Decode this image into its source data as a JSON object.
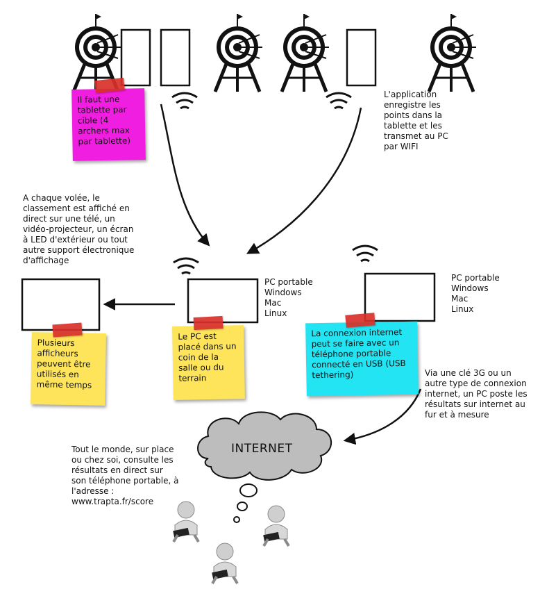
{
  "colors": {
    "note_pink": "#f01ee0",
    "note_yellow": "#fde45a",
    "note_cyan": "#22e4f2",
    "tape_red": "#d8302a",
    "cloud_gray": "#bdbdbd"
  },
  "icons": [
    "archery-target-icon",
    "tablet-icon",
    "wifi-icon",
    "laptop-screen-icon",
    "display-icon",
    "cloud-icon",
    "person-with-phone-icon",
    "arrow-icon"
  ],
  "notes": {
    "tablet_per_target": "Il faut une tablette par cible (4 archers max par tablette)",
    "multiple_displays": "Plusieurs afficheurs peuvent être utilisés en même temps",
    "pc_placement": "Le PC est placé dans un coin de la salle ou du terrain",
    "usb_connection": "La connexion internet peut se faire avec un téléphone portable connecté en USB (USB tethering)"
  },
  "texts": {
    "app_records": "L'application enregistre les points dans la tablette et les transmet au PC par WIFI",
    "ranking_display": "A chaque volée, le classement est affiché en direct sur une télé, un vidéo-projecteur, un écran à LED d'extérieur ou tout autre support électronique d'affichage",
    "pc_os_1": "PC portable\nWindows\nMac\nLinux",
    "pc_os_2": "PC portable\nWindows\nMac\nLinux",
    "connection_3g": "Via une clé 3G ou un autre type de connexion internet, un PC poste les résultats sur internet au fur et à mesure",
    "everyone_consults": "Tout le monde, sur place ou chez soi, consulte les résultats en direct sur son téléphone portable, à l'adresse : www.trapta.fr/score"
  },
  "cloud": {
    "label": "INTERNET"
  }
}
